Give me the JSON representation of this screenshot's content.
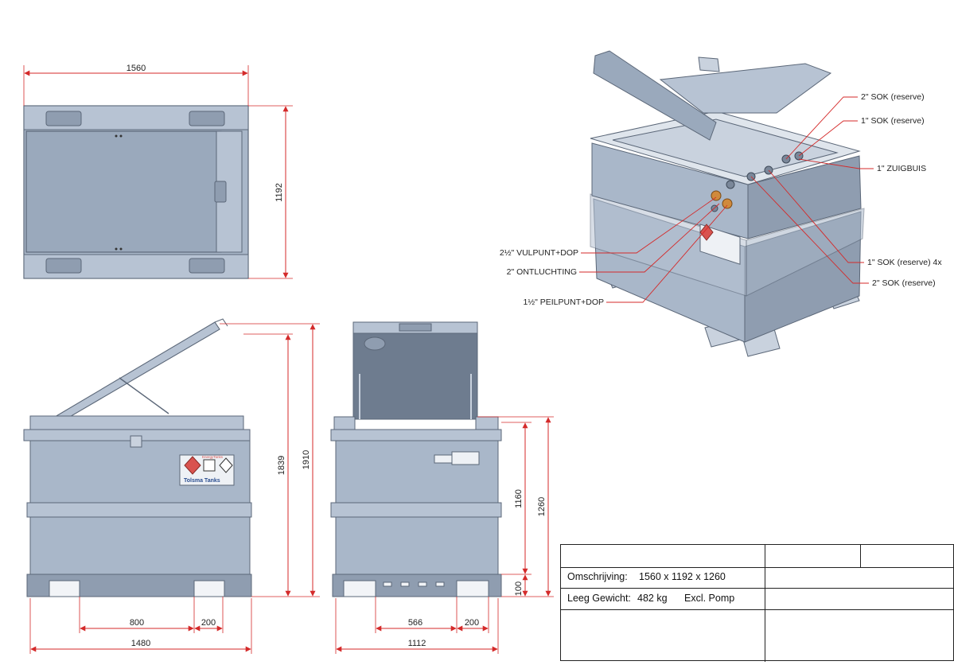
{
  "dimensions": {
    "top_width": "1560",
    "top_depth": "1192",
    "front_height_open": "1839",
    "front_height_total": "1910",
    "front_feet_spacing": "800",
    "front_foot_width": "200",
    "front_width": "1480",
    "side_body_height": "1160",
    "side_total_height": "1260",
    "side_foot_height": "100",
    "side_feet_spacing": "566",
    "side_foot_width": "200",
    "side_width": "1112"
  },
  "callouts": {
    "sok_reserve_2_top": "2\" SOK (reserve)",
    "sok_reserve_1": "1\" SOK (reserve)",
    "zuigbuis": "1\" ZUIGBUIS",
    "vulpunt": "2½\" VULPUNT+DOP",
    "ontluchting": "2\" ONTLUCHTING",
    "peilpunt": "1½\" PEILPUNT+DOP",
    "sok_reserve_1_4x": "1\" SOK (reserve) 4x",
    "sok_reserve_2_bottom": "2\" SOK (reserve)"
  },
  "labels": {
    "brand": "Tolsma Tanks",
    "energy": "EnergyTanks"
  },
  "title_block": {
    "omschrijving_label": "Omschrijving:",
    "omschrijving_value": "1560 x 1192 x 1260",
    "gewicht_label": "Leeg Gewicht:",
    "gewicht_value": "482 kg",
    "gewicht_note": "Excl. Pomp"
  },
  "colors": {
    "tank_body": "#a9b7c9",
    "tank_edge": "#5b6778",
    "dimension_line": "#d42a2a",
    "sign_red": "#d9534f"
  }
}
